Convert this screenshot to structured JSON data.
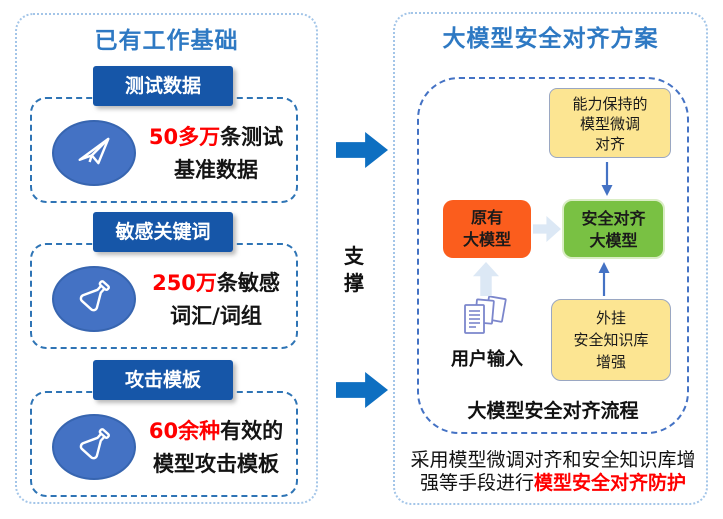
{
  "left_panel": {
    "title": "已有工作基础",
    "sections": [
      {
        "header": "测试数据",
        "icon": "paper-plane",
        "stat_highlight": "50多万",
        "stat_rest": "条测试",
        "line2": "基准数据"
      },
      {
        "header": "敏感关键词",
        "icon": "flask",
        "stat_highlight": "250万",
        "stat_rest": "条敏感",
        "line2": "词汇/词组"
      },
      {
        "header": "攻击模板",
        "icon": "flask",
        "stat_highlight": "60余种",
        "stat_rest": "有效的",
        "line2": "模型攻击模板"
      }
    ]
  },
  "connector": {
    "label": "支撑"
  },
  "right_panel": {
    "title": "大模型安全对齐方案",
    "flow": {
      "finetune_lines": [
        "能力保持的",
        "模型微调",
        "对齐"
      ],
      "original_model_lines": [
        "原有",
        "大模型"
      ],
      "aligned_model_lines": [
        "安全对齐",
        "大模型"
      ],
      "knowledge_lines": [
        "外挂",
        "安全知识库",
        "增强"
      ],
      "user_input_label": "用户输入",
      "caption": "大模型安全对齐流程"
    },
    "footer_line1": "采用模型微调对齐和安全知识库增",
    "footer_line2_normal": "强等手段进行",
    "footer_line2_highlight": "模型安全对齐防护"
  },
  "colors": {
    "title_blue": "#2E79C3",
    "header_bg": "#1656A8",
    "accent_red": "#FF0000",
    "ellipse_fill": "#4472C4",
    "arrow_blue": "#0E6FC1",
    "orange_box": "#FB5D1D",
    "green_box": "#79C143",
    "yellow_box": "#FCE592",
    "dashed_border": "#2E74B5"
  }
}
